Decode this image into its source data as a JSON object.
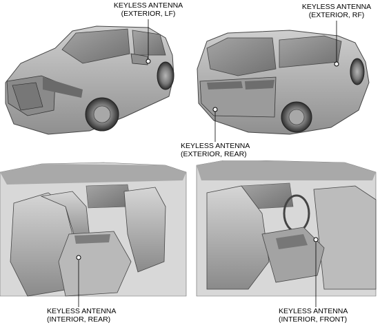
{
  "labels": {
    "ext_lf": {
      "line1": "KEYLESS ANTENNA",
      "line2": "(EXTERIOR, LF)"
    },
    "ext_rf": {
      "line1": "KEYLESS ANTENNA",
      "line2": "(EXTERIOR, RF)"
    },
    "ext_rear": {
      "line1": "KEYLESS ANTENNA",
      "line2": "(EXTERIOR, REAR)"
    },
    "int_rear": {
      "line1": "KEYLESS ANTENNA",
      "line2": "(INTERIOR, REAR)"
    },
    "int_front": {
      "line1": "KEYLESS ANTENNA",
      "line2": "(INTERIOR, FRONT)"
    }
  },
  "colors": {
    "ink": "#000000",
    "body_light": "#bdbdbd",
    "body_mid": "#9a9a9a",
    "body_dark": "#6e6e6e",
    "glass": "#8a8a8a"
  }
}
